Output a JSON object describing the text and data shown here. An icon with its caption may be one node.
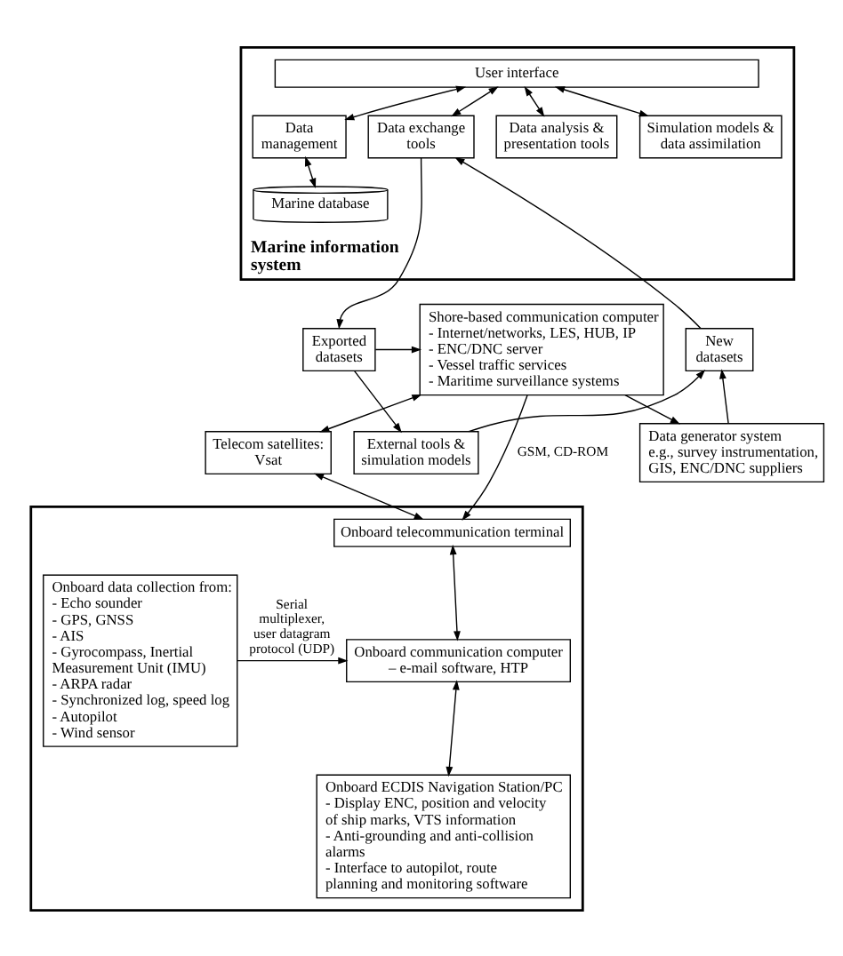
{
  "diagram": {
    "nodes": [
      {
        "text": [
          "Marine information system"
        ]
      },
      {
        "text": [
          "User interface"
        ],
        "in": 0
      },
      {
        "text": [
          "Data management"
        ],
        "in": 0
      },
      {
        "text": [
          "Data exchange tools"
        ],
        "in": 0
      },
      {
        "text": [
          "Data analysis & presentation tools"
        ],
        "in": 0
      },
      {
        "text": [
          "Simulation models & data assimilation"
        ],
        "in": 0
      },
      {
        "text": [
          "Marine database"
        ],
        "in": 0
      },
      {
        "text": [
          "New datasets"
        ]
      },
      {
        "text": [
          "Exported datasets"
        ]
      },
      {
        "text": [
          "Shore-based communication computer",
          "- Internet/networks, LES, HUB, IP",
          "- ENC/DNC server",
          "- Vessel traffic services",
          "- Maritime surveillance systems"
        ]
      },
      {
        "text": [
          "Data generator system",
          "e.g., survey instrumentation, GIS, ENC/DNC suppliers"
        ]
      },
      {
        "text": [
          "External tools & simulation models"
        ]
      },
      {
        "text": [
          "Telecom satellites: Vsat"
        ]
      },
      {
        "text": [],
        "shape": "box"
      },
      {
        "text": [
          "Onboard data collection from:",
          "- Echo sounder",
          "- GPS, GNSS",
          "- AIS",
          "- Gyrocompass, Inertial Measurement Unit (IMU)",
          "- ARPA radar",
          "- Synchronized log, speed log",
          "- Autopilot",
          "- Wind sensor"
        ],
        "in": 13
      },
      {
        "text": [
          "Onboard telecommunication terminal"
        ],
        "in": 13
      },
      {
        "text": [
          "Onboard communication computer",
          "– e-mail software, HTP"
        ],
        "in": 13
      },
      {
        "text": [
          "Onboard ECDIS Navigation Station/PC",
          "- Display ENC, position and velocity of ship marks, VTS information",
          "- Anti-grounding and anti-collision alarms",
          "- Interface to autopilot, route planning and monitoring software"
        ],
        "in": 13
      }
    ],
    "edges": [
      {
        "from": 1,
        "to": 2,
        "arrow": "both"
      },
      {
        "from": 1,
        "to": 3,
        "arrow": "both"
      },
      {
        "from": 1,
        "to": 4,
        "arrow": "both"
      },
      {
        "from": 1,
        "to": 5,
        "arrow": "both"
      },
      {
        "from": 2,
        "to": 6,
        "arrow": "both"
      },
      {
        "from": 7,
        "to": 3,
        "arrow": "to"
      },
      {
        "from": 3,
        "to": 8,
        "arrow": "to"
      },
      {
        "from": 8,
        "to": 9,
        "arrow": "to"
      },
      {
        "from": 8,
        "to": 11,
        "arrow": "to"
      },
      {
        "from": 10,
        "to": 7,
        "arrow": "to"
      },
      {
        "from": 11,
        "to": 7,
        "arrow": "to"
      },
      {
        "from": 9,
        "to": 10,
        "arrow": "to"
      },
      {
        "from": 9,
        "to": 12,
        "arrow": "both"
      },
      {
        "from": 9,
        "to": 15,
        "arrow": "to",
        "label": "GSM, CD-ROM"
      },
      {
        "from": 12,
        "to": 15,
        "arrow": "both"
      },
      {
        "from": 15,
        "to": 16,
        "arrow": "both"
      },
      {
        "from": 14,
        "to": 16,
        "arrow": "to",
        "label": "Serial multiplexer, user datagram protocol (UDP)"
      },
      {
        "from": 16,
        "to": 17,
        "arrow": "both"
      }
    ]
  }
}
